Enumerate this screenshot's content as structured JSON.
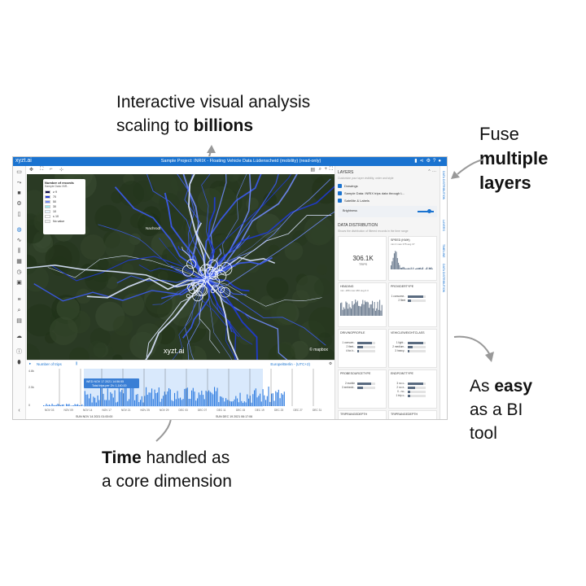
{
  "captions": {
    "top": {
      "line1": "Interactive visual analysis",
      "line2_plain": "scaling to ",
      "line2_bold": "billions"
    },
    "right_top": {
      "line1": "Fuse",
      "line2_bold": "multiple",
      "line3_bold": "layers"
    },
    "right_bottom": {
      "line1_plain": "As ",
      "line1_bold": "easy",
      "line2": "as a BI",
      "line3": "tool"
    },
    "bottom": {
      "line1_bold": "Time",
      "line1_plain": " handled as",
      "line2": "a core dimension"
    }
  },
  "app": {
    "brand": "xyzt.ai",
    "title": "Sample Project: INRIX - Floating Vehicle Data Lüdenscheid (mobility) (read-only)",
    "map": {
      "watermark": "xyzt.ai",
      "city_label": "Nachrodt",
      "mapbox": "© mapbox",
      "legend": {
        "title": "Number of records",
        "subtitle": "Sample Data: INR..",
        "items": [
          {
            "label": "≥ 9",
            "color": "#0a0a4a"
          },
          {
            "label": "70",
            "color": "#1f3bd6"
          },
          {
            "label": "50",
            "color": "#6f8af5"
          },
          {
            "label": "30",
            "color": "#9fe8f0"
          },
          {
            "label": "10",
            "color": "#e8f6ff"
          },
          {
            "label": "≤ 10",
            "color": "#ffffff"
          },
          {
            "label": "No value",
            "color": "#f2f2f2"
          }
        ]
      }
    },
    "timeline": {
      "metric": "Number of trips",
      "timezone": "Europe/Berlin - (UTC+2)",
      "tooltip_line1": "WED NOV 17 2021 14:56:55",
      "tooltip_line2": "Total trips per 2h: 1,140.00",
      "y_ticks": [
        "4.8k",
        "2.5k",
        "0"
      ],
      "x_ticks": [
        "NOV 03",
        "NOV 09",
        "NOV 14",
        "NOV 17",
        "NOV 21",
        "NOV 25",
        "NOV 29",
        "DEC 03",
        "DEC 07",
        "DEC 11",
        "DEC 15",
        "DEC 19",
        "DEC 23",
        "DEC 27",
        "DEC 31"
      ],
      "range_start": "SUN NOV 14 2021 01:00:00",
      "range_end": "SUN DEC 19 2021 06:17:06"
    },
    "panel": {
      "layers_title": "LAYERS",
      "layers_subtitle": "Customize your layer visibility, order and style",
      "layers": [
        "Drawings",
        "Sample Data: INRIX trips data through L..",
        "Satellite & Labels"
      ],
      "brightness": "Brightness",
      "distribution_title": "DATA DISTRIBUTION",
      "distribution_subtitle": "Shows the distribution of filtered records in the time range",
      "total_value": "306.1K",
      "total_label": "TRIPS",
      "cards": [
        {
          "title": "SPEED (KMH)",
          "sub": "min 0  max 375  avg 37"
        },
        {
          "title": "HEADING",
          "sub": "min -180  max 180  avg 0.3"
        },
        {
          "title": "PROVIDERTYPE",
          "bars": [
            {
              "label": "1 consume..",
              "fill": 0.85
            },
            {
              "label": "2 fleet",
              "fill": 0.2
            }
          ]
        },
        {
          "title": "DRIVINGPROFILE",
          "bars": [
            {
              "label": "1 consum..",
              "fill": 0.8
            },
            {
              "label": "2 fleet..",
              "fill": 0.3
            },
            {
              "label": "4 for-h..",
              "fill": 0.1
            }
          ]
        },
        {
          "title": "VEHICLEWEIGHTCLASS",
          "bars": [
            {
              "label": "1 light ..",
              "fill": 0.85
            },
            {
              "label": "2 medium..",
              "fill": 0.25
            },
            {
              "label": "3 heavy..",
              "fill": 0.1
            }
          ]
        },
        {
          "title": "PROBESOURCETYPE",
          "bars": [
            {
              "label": "2 mobile",
              "fill": 0.75
            },
            {
              "label": "3 embedd..",
              "fill": 0.3
            }
          ]
        },
        {
          "title": "ENDPOINTTYPE",
          "bars": [
            {
              "label": "3 no o..",
              "fill": 0.85
            },
            {
              "label": "2 no e..",
              "fill": 0.4
            },
            {
              "label": "0 - no..",
              "fill": 0.15
            },
            {
              "label": "1 trip o..",
              "fill": 0.12
            }
          ]
        },
        {
          "title": "TRIPRANGEDEPTH"
        },
        {
          "title": "TRIPRANGEDEPTH"
        }
      ],
      "vertical_tabs": [
        "DATA DISTRIBUTION",
        "LAYERS",
        "TIMELINE",
        "DATA DISTRIBUTION"
      ]
    }
  }
}
